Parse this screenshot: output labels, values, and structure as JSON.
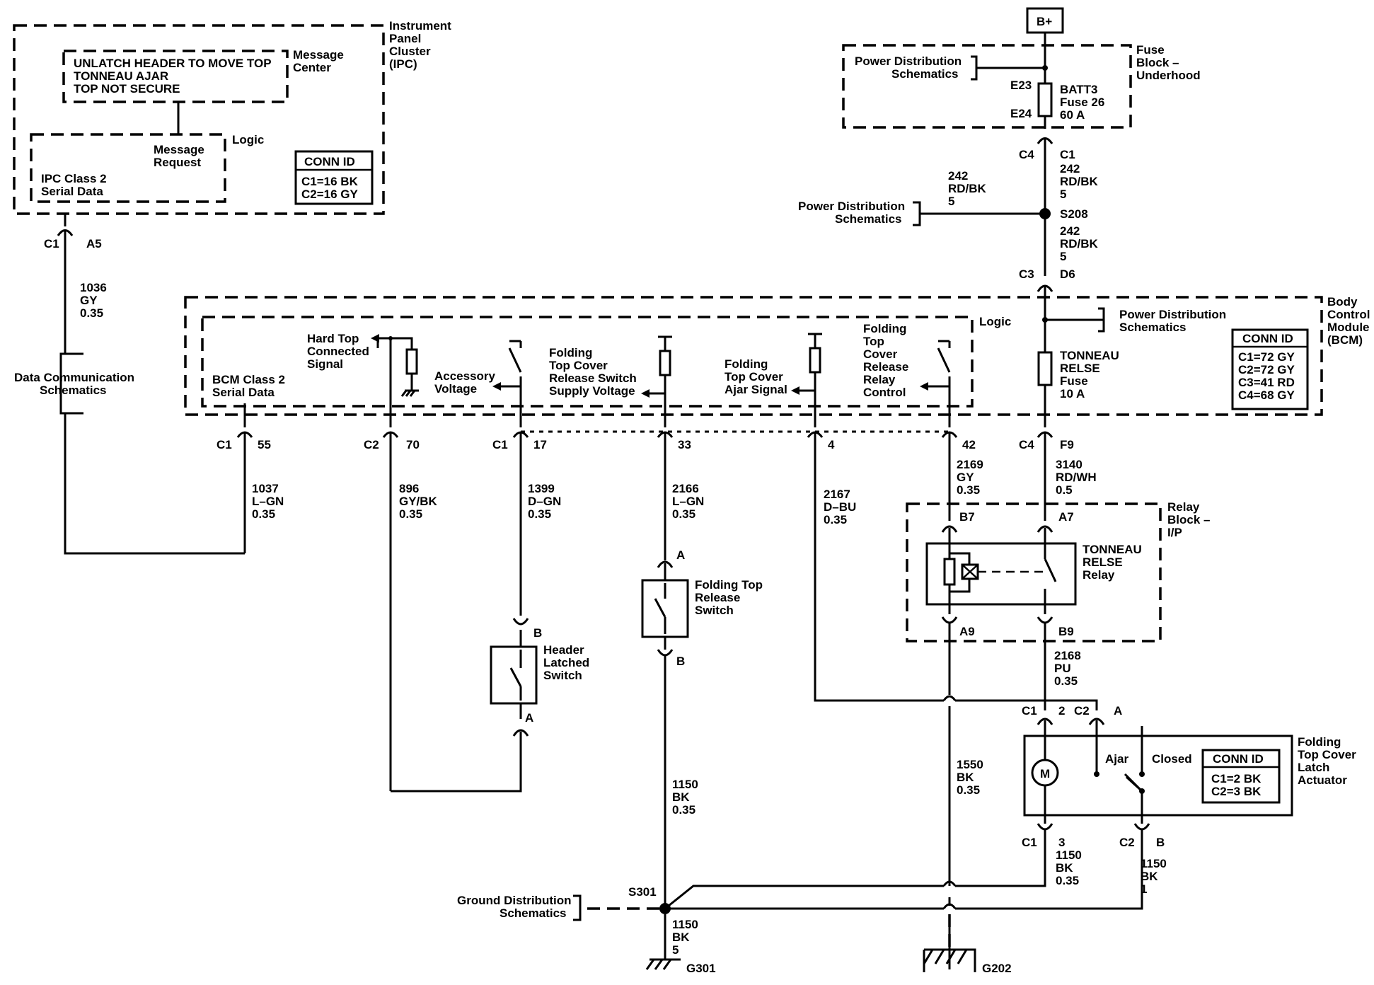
{
  "supply": {
    "label": "B+"
  },
  "ipc": {
    "title": [
      "Instrument",
      "Panel",
      "Cluster",
      "(IPC)"
    ],
    "message_center": {
      "label": [
        "Message",
        "Center"
      ],
      "messages": [
        "UNLATCH HEADER TO MOVE TOP",
        "TONNEAU AJAR",
        "TOP NOT SECURE"
      ]
    },
    "logic_label": "Logic",
    "message_request": [
      "Message",
      "Request"
    ],
    "serial_data": [
      "IPC Class 2",
      "Serial Data"
    ],
    "conn_id": {
      "title": "CONN ID",
      "rows": [
        "C1=16 BK",
        "C2=16 GY"
      ]
    },
    "connector": {
      "c": "C1",
      "pin": "A5"
    }
  },
  "fuse_block": {
    "title": [
      "Fuse",
      "Block –",
      "Underhood"
    ],
    "pd_ref": [
      "Power Distribution",
      "Schematics"
    ],
    "terminal_top": "E23",
    "terminal_bottom": "E24",
    "fuse": [
      "BATT3",
      "Fuse 26",
      "60 A"
    ]
  },
  "splice_s208": {
    "label": "S208",
    "pd_ref": [
      "Power Distribution",
      "Schematics"
    ],
    "branch_wire": [
      "242",
      "RD/BK",
      "5"
    ]
  },
  "bcm": {
    "title": [
      "Body",
      "Control",
      "Module",
      "(BCM)"
    ],
    "logic_label": "Logic",
    "pd_ref": [
      "Power Distribution",
      "Schematics"
    ],
    "fuse": [
      "TONNEAU",
      "RELSE",
      "Fuse",
      "10 A"
    ],
    "conn_id": {
      "title": "CONN ID",
      "rows": [
        "C1=72 GY",
        "C2=72 GY",
        "C3=41 RD",
        "C4=68 GY"
      ]
    },
    "signals": {
      "serial": [
        "BCM Class 2",
        "Serial Data"
      ],
      "hard_top": [
        "Hard Top",
        "Connected",
        "Signal"
      ],
      "accessory": [
        "Accessory",
        "Voltage"
      ],
      "release_supply": [
        "Folding",
        "Top Cover",
        "Release Switch",
        "Supply Voltage"
      ],
      "ajar_signal": [
        "Folding",
        "Top Cover",
        "Ajar Signal"
      ],
      "relay_control": [
        "Folding",
        "Top",
        "Cover",
        "Release",
        "Relay",
        "Control"
      ]
    },
    "top_connector": {
      "c": "C3",
      "pin": "D6"
    }
  },
  "data_comm_ref": [
    "Data Communication",
    "Schematics"
  ],
  "connectors": [
    {
      "c": "C1",
      "pin": "55"
    },
    {
      "c": "C2",
      "pin": "70"
    },
    {
      "c": "C1",
      "pin": "17"
    },
    {
      "c": "",
      "pin": "33"
    },
    {
      "c": "",
      "pin": "4"
    },
    {
      "c": "",
      "pin": "42"
    },
    {
      "c": "C4",
      "pin": "F9"
    }
  ],
  "fuse_out_connector": {
    "c": "C4",
    "pin": "C1"
  },
  "wires": {
    "w1036": [
      "1036",
      "GY",
      "0.35"
    ],
    "w242a": [
      "242",
      "RD/BK",
      "5"
    ],
    "w242b": [
      "242",
      "RD/BK",
      "5"
    ],
    "w1037": [
      "1037",
      "L–GN",
      "0.35"
    ],
    "w896": [
      "896",
      "GY/BK",
      "0.35"
    ],
    "w1399": [
      "1399",
      "D–GN",
      "0.35"
    ],
    "w2166": [
      "2166",
      "L–GN",
      "0.35"
    ],
    "w2167": [
      "2167",
      "D–BU",
      "0.35"
    ],
    "w2169": [
      "2169",
      "GY",
      "0.35"
    ],
    "w3140": [
      "3140",
      "RD/WH",
      "0.5"
    ],
    "w2168": [
      "2168",
      "PU",
      "0.35"
    ],
    "w1150a": [
      "1150",
      "BK",
      "0.35"
    ],
    "w1550": [
      "1550",
      "BK",
      "0.35"
    ],
    "w1150b": [
      "1150",
      "BK",
      "0.35"
    ],
    "w1150c": [
      "1150",
      "BK",
      "1"
    ],
    "w1150d": [
      "1150",
      "BK",
      "5"
    ]
  },
  "relay_block": {
    "title": [
      "Relay",
      "Block –",
      "I/P"
    ],
    "relay": [
      "TONNEAU",
      "RELSE",
      "Relay"
    ],
    "pins": {
      "b7": "B7",
      "a7": "A7",
      "a9": "A9",
      "b9": "B9"
    }
  },
  "release_switch": {
    "label": [
      "Folding Top",
      "Release",
      "Switch"
    ],
    "pin_a": "A",
    "pin_b": "B"
  },
  "header_switch": {
    "label": [
      "Header",
      "Latched",
      "Switch"
    ],
    "pin_a": "A",
    "pin_b": "B"
  },
  "actuator": {
    "title": [
      "Folding",
      "Top Cover",
      "Latch",
      "Actuator"
    ],
    "motor": "M",
    "ajar": "Ajar",
    "closed": "Closed",
    "conn_id": {
      "title": "CONN ID",
      "rows": [
        "C1=2 BK",
        "C2=3 BK"
      ]
    },
    "pins": {
      "c1_top": "C1",
      "p2": "2",
      "c2_top": "C2",
      "pa": "A",
      "c1_bot": "C1",
      "p3": "3",
      "c2_bot": "C2",
      "pb": "B"
    }
  },
  "ground": {
    "s301": "S301",
    "ref": [
      "Ground Distribution",
      "Schematics"
    ],
    "g301": "G301",
    "g202": "G202"
  }
}
